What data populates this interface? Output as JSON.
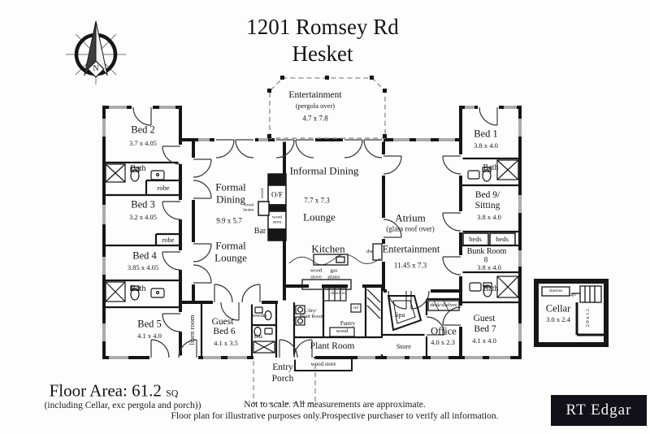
{
  "title": {
    "line1": "1201 Romsey Rd",
    "line2": "Hesket"
  },
  "compass": {
    "n": "N"
  },
  "rooms": {
    "bed2": {
      "name": "Bed 2",
      "dims": "3.7 x 4.05"
    },
    "bath_lt": {
      "name": "Bath"
    },
    "robe1": {
      "name": "robe"
    },
    "bed3": {
      "name": "Bed 3",
      "dims": "3.2 x 4.05"
    },
    "robe2": {
      "name": "robe"
    },
    "bed4": {
      "name": "Bed 4",
      "dims": "3.85 x 4.05"
    },
    "bath_lb": {
      "name": "Bath"
    },
    "bed5": {
      "name": "Bed 5",
      "dims": "4.1 x 4.0"
    },
    "linen": {
      "name": "linen room"
    },
    "formal_dining": {
      "name": "Formal Dining",
      "dims": "9.9 x 5.7"
    },
    "formal_lounge": {
      "name": "Formal Lounge"
    },
    "bar": {
      "name": "Bar"
    },
    "wood_heater": {
      "name": "wood heater"
    },
    "wood_vert": {
      "name": "wood"
    },
    "of": {
      "name": "O/F"
    },
    "wood_store_mid": {
      "name": "wood store"
    },
    "ent_top": {
      "name": "Entertainment",
      "sub": "(pergola over)",
      "dims": "4.7 x 7.8"
    },
    "informal_dining": {
      "name": "Informal Dining",
      "dims": "7.7 x 7.3"
    },
    "lounge": {
      "name": "Lounge"
    },
    "kitchen": {
      "name": "Kitchen"
    },
    "wood_stove": {
      "name": "wood stove"
    },
    "gas_plates": {
      "name": "gas plates"
    },
    "dw": {
      "name": "dw"
    },
    "atrium": {
      "name": "Atrium",
      "sub": "(glass roof over)",
      "name2": "Entertainment",
      "dims": "11.45 x 7.3"
    },
    "bed1": {
      "name": "Bed 1",
      "dims": "3.8 x 4.0"
    },
    "bath_rt": {
      "name": "Bath"
    },
    "bed9": {
      "name": "Bed 9/",
      "name2": "Sitting",
      "dims": "3.8 x 4.0"
    },
    "beds_l": {
      "name": "beds"
    },
    "beds_r": {
      "name": "beds"
    },
    "bunk": {
      "name": "Bunk Room",
      "num": "8",
      "dims": "3.8 x 4.0"
    },
    "bath_rb": {
      "name": "Bath"
    },
    "guest7": {
      "name": "Guest",
      "name2": "Bed 7",
      "dims": "4.1 x 4.0"
    },
    "guest6": {
      "name": "Guest",
      "name2": "Bed 6",
      "dims": "4.1 x 3.5"
    },
    "powder": {
      "name": "powder"
    },
    "ens": {
      "name": "Ens"
    },
    "ldry": {
      "name": "L'dry/",
      "name2": "Plant Room"
    },
    "down_cellar": {
      "name": "down to",
      "name2": "cellar"
    },
    "ref": {
      "name": "ref"
    },
    "pantry": {
      "name": "Pantry"
    },
    "wood_small": {
      "name": "wood"
    },
    "plant_room": {
      "name": "Plant Room"
    },
    "wood_store_b": {
      "name": "wood store"
    },
    "spa": {
      "name": "Spa"
    },
    "store": {
      "name": "Store"
    },
    "desk_shelves": {
      "name": "desk/shelves"
    },
    "office": {
      "name": "Office",
      "dims": "4.0 x 2.3"
    },
    "entry": {
      "name": "Entry",
      "name2": "Porch"
    },
    "cellar": {
      "name": "Cellar",
      "dims": "3.0 x 2.4",
      "shelves": "shelves",
      "up": "up.",
      "dims2": "2.0 x 1.1"
    }
  },
  "footer": {
    "floor_area_label": "Floor Area: 61.2",
    "floor_area_unit": "SQ",
    "floor_area_note": "(including Cellar, exc pergola and porch))",
    "disclaimer1": "Not to scale.  All measurements are approximate.",
    "disclaimer2": "Floor plan for illustrative purposes only.Prospective purchaser to verify all information.",
    "logo": "RT Edgar"
  },
  "colors": {
    "wall": "#161616",
    "window": "#ababab",
    "logo_bg": "#11111a"
  }
}
